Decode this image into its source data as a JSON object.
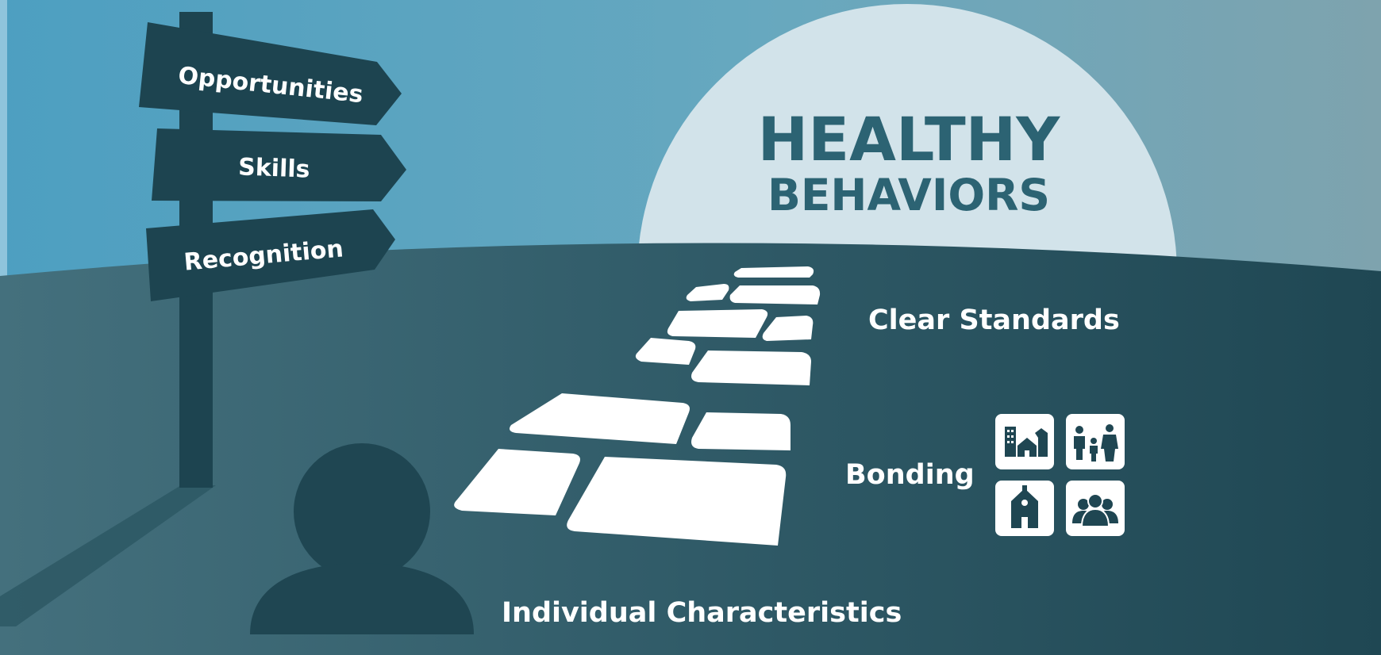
{
  "title": {
    "line1": "HEALTHY",
    "line2": "BEHAVIORS"
  },
  "signpost": {
    "signs": [
      {
        "label": "Opportunities"
      },
      {
        "label": "Skills"
      },
      {
        "label": "Recognition"
      }
    ]
  },
  "labels": {
    "clear_standards": "Clear Standards",
    "bonding": "Bonding",
    "individual_characteristics": "Individual Characteristics"
  },
  "bonding_icons": [
    "community-buildings-icon",
    "family-icon",
    "school-icon",
    "group-of-people-icon"
  ],
  "colors": {
    "sky_top": "#4e9fc0",
    "sky_right": "#79a3b0",
    "moon": "#d3e4ea",
    "title_text": "#2c6373",
    "ground_left": "#3e6b78",
    "ground_right": "#1f4652",
    "sign_dark": "#1d4450",
    "figure": "#1f4652",
    "light_text": "#ffffff"
  }
}
